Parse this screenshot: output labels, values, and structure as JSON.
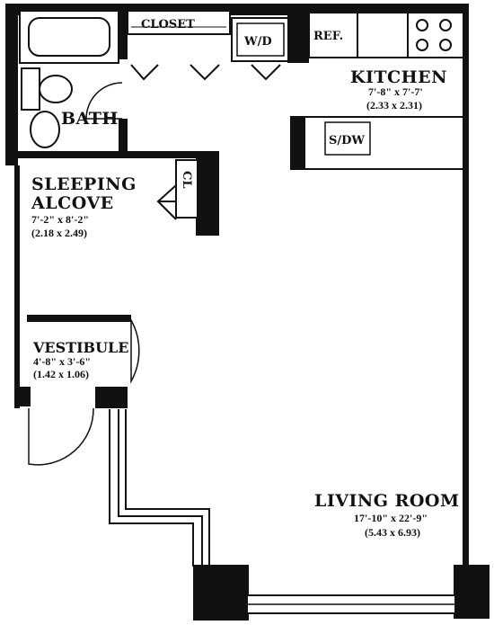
{
  "rooms": {
    "kitchen": {
      "name": "KITCHEN",
      "dim_imperial": "7'-8\" x 7'-7'",
      "dim_metric": "(2.33 x 2.31)"
    },
    "bath": {
      "name": "BATH"
    },
    "sleeping_alcove": {
      "name_line1": "SLEEPING",
      "name_line2": "ALCOVE",
      "dim_imperial": "7'-2\" x 8'-2\"",
      "dim_metric": "(2.18 x 2.49)"
    },
    "vestibule": {
      "name": "VESTIBULE",
      "dim_imperial": "4'-8\" x 3'-6\"",
      "dim_metric": "(1.42 x 1.06)"
    },
    "living_room": {
      "name": "LIVING ROOM",
      "dim_imperial": "17'-10\" x 22'-9\"",
      "dim_metric": "(5.43 x 6.93)"
    }
  },
  "fixtures": {
    "closet": "CLOSET",
    "washer_dryer": "W/D",
    "refrigerator": "REF.",
    "dishwasher": "S/DW",
    "closet_abbrev": "CL"
  }
}
